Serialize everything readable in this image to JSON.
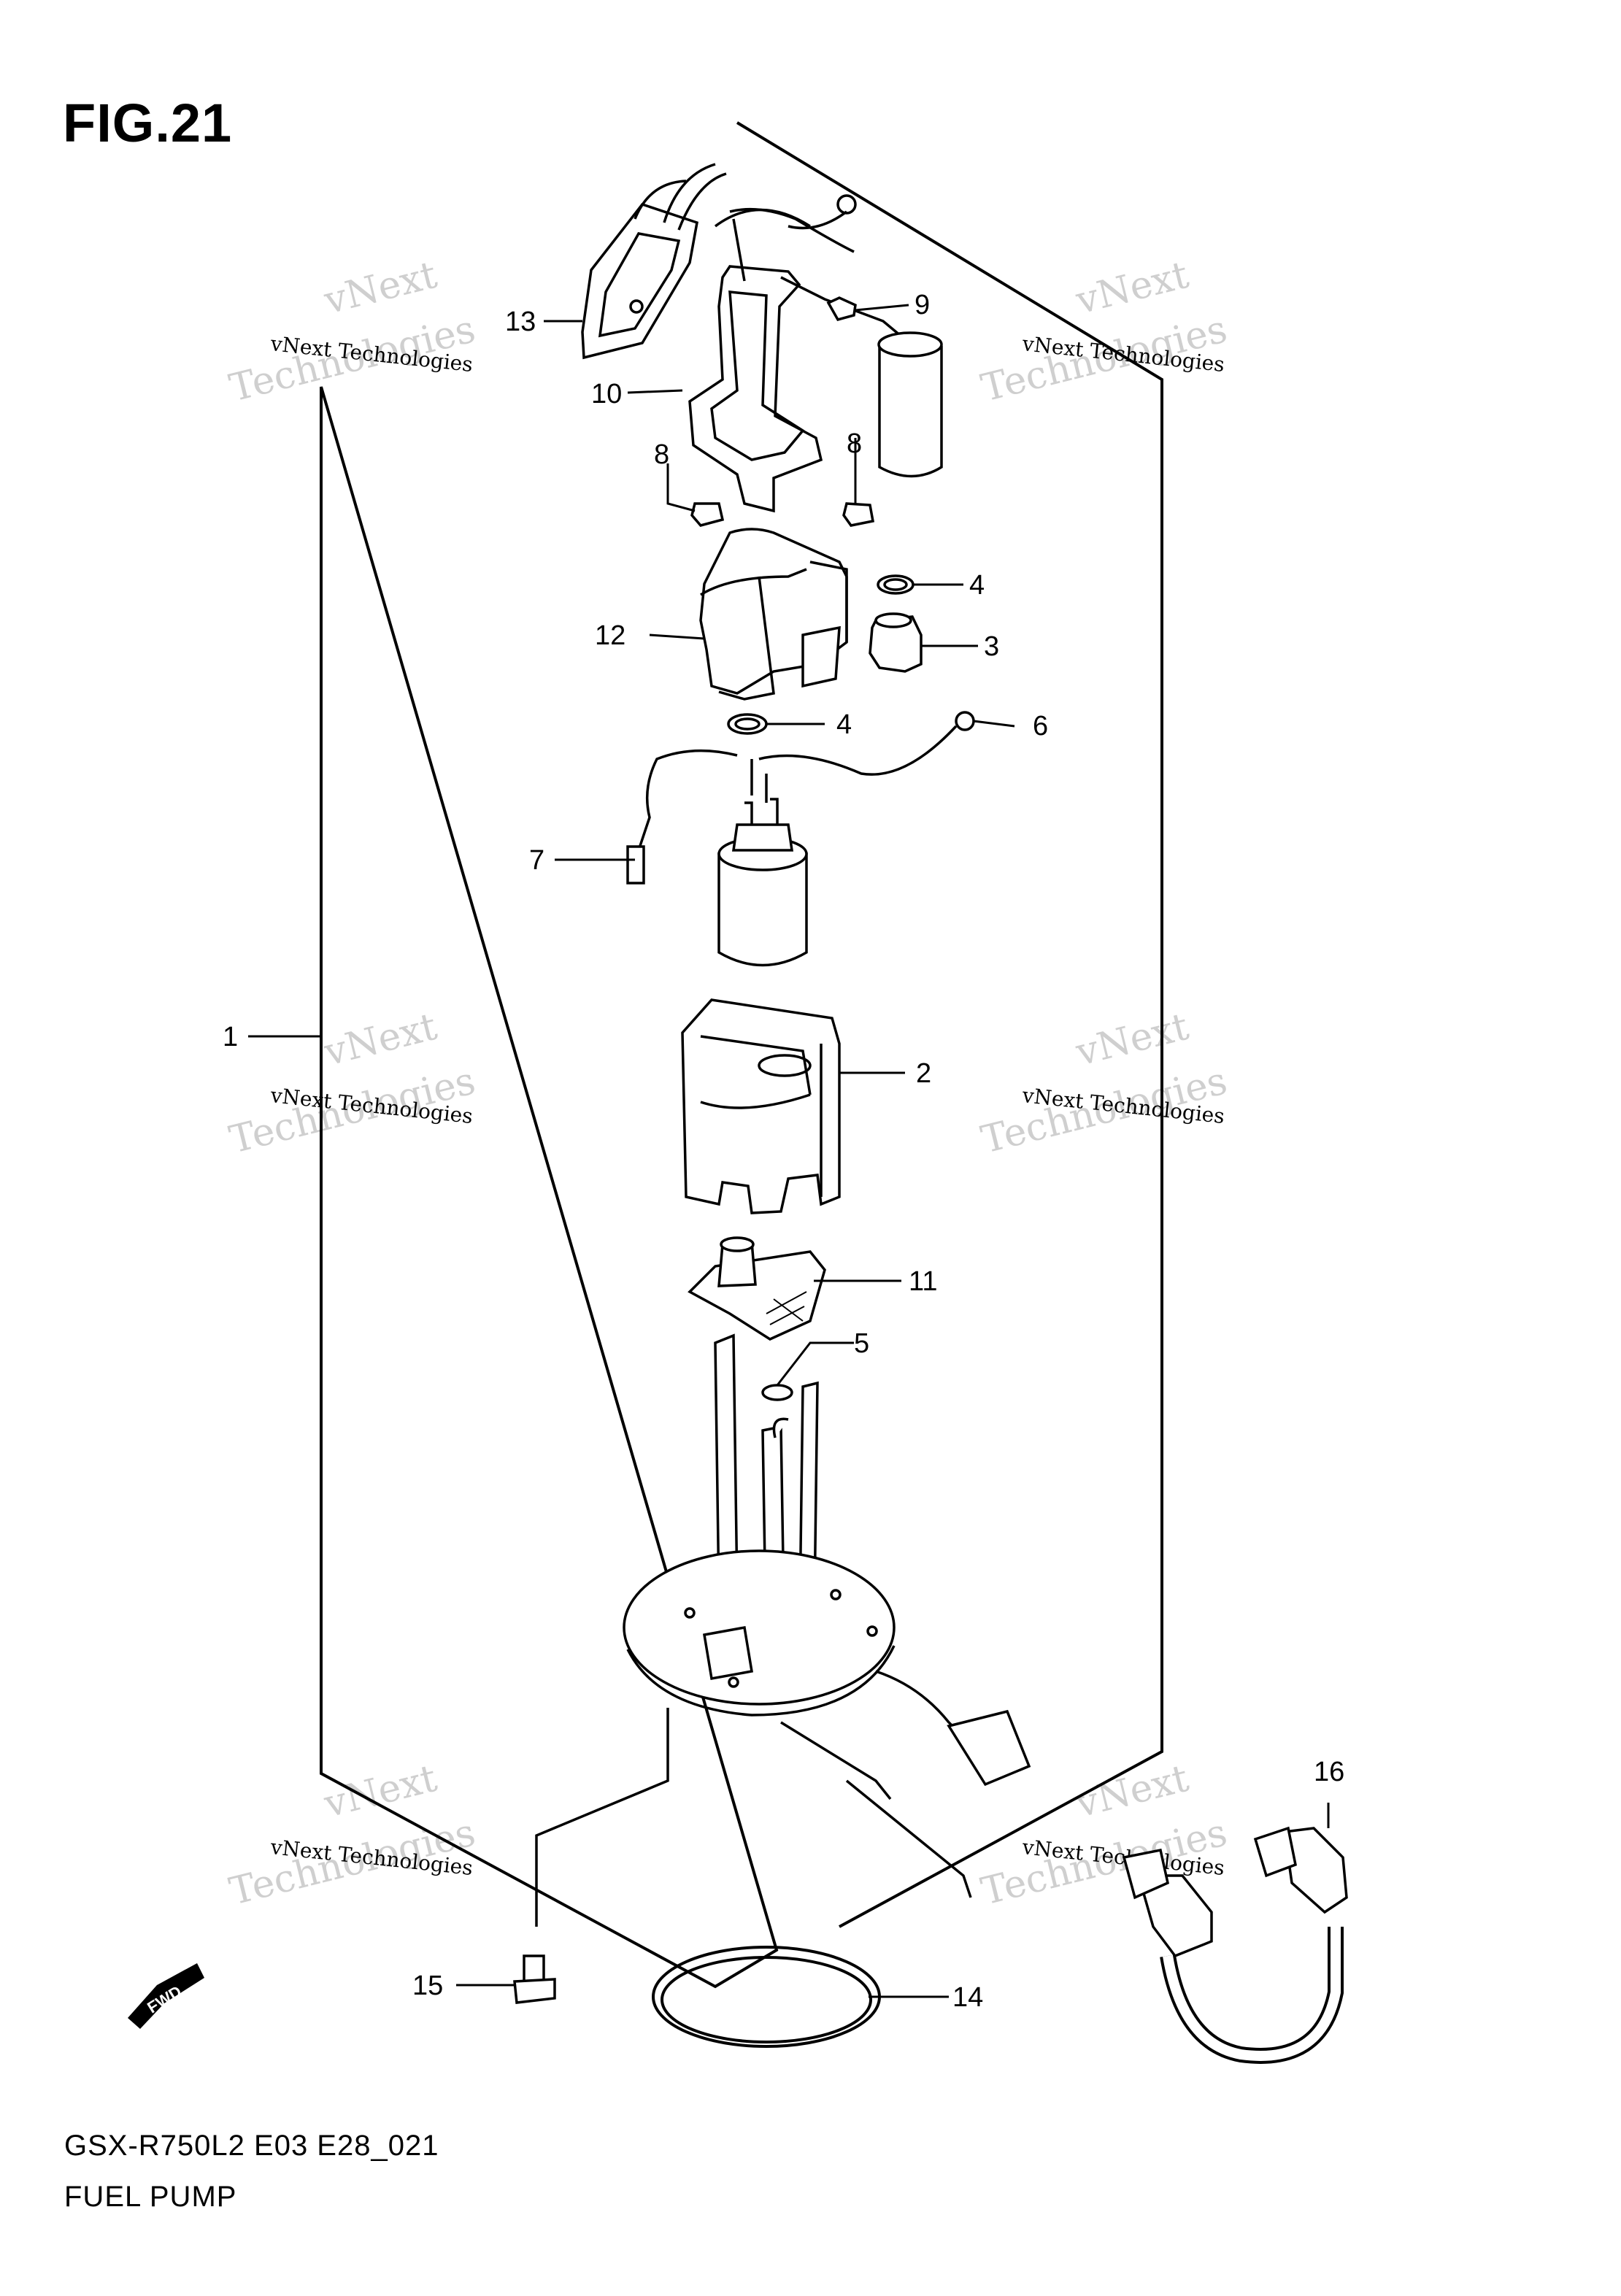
{
  "figure": {
    "title": "FIG.21"
  },
  "watermark": {
    "line1": "vNext Technologies",
    "big_a": "vNext",
    "big_b": "Technologies"
  },
  "callouts": [
    {
      "id": "c1",
      "label": "1"
    },
    {
      "id": "c2",
      "label": "2"
    },
    {
      "id": "c3",
      "label": "3"
    },
    {
      "id": "c4a",
      "label": "4"
    },
    {
      "id": "c4b",
      "label": "4"
    },
    {
      "id": "c5",
      "label": "5"
    },
    {
      "id": "c6",
      "label": "6"
    },
    {
      "id": "c7",
      "label": "7"
    },
    {
      "id": "c8a",
      "label": "8"
    },
    {
      "id": "c8b",
      "label": "8"
    },
    {
      "id": "c9",
      "label": "9"
    },
    {
      "id": "c10",
      "label": "10"
    },
    {
      "id": "c11",
      "label": "11"
    },
    {
      "id": "c12",
      "label": "12"
    },
    {
      "id": "c13",
      "label": "13"
    },
    {
      "id": "c14",
      "label": "14"
    },
    {
      "id": "c15",
      "label": "15"
    },
    {
      "id": "c16",
      "label": "16"
    }
  ],
  "fwd_badge": {
    "label": "FWD"
  },
  "footer": {
    "code": "GSX-R750L2 E03 E28_021",
    "name": "FUEL PUMP"
  }
}
